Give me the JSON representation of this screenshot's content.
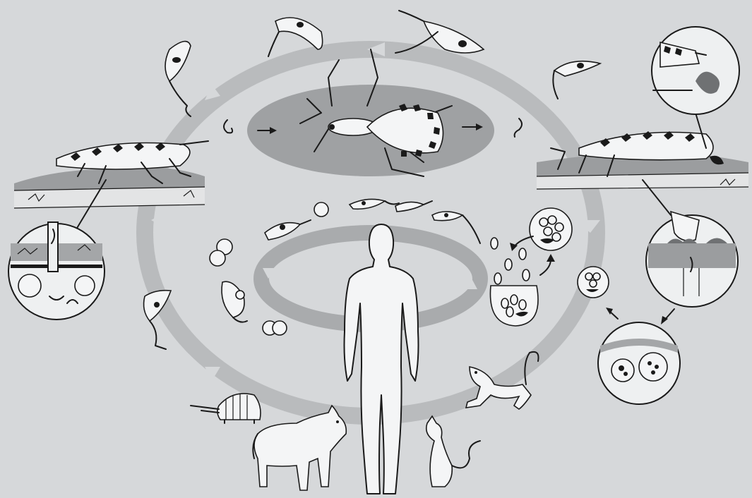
{
  "figure": {
    "kind": "life-cycle-illustration",
    "labels": []
  },
  "colors": {
    "background": "#d6d8da",
    "ring": "#b9bbbd",
    "center_oval": "#9fa1a3",
    "ink": "#1a1a1a",
    "body_fill": "#f4f5f6"
  },
  "icons": [
    "outer-cycle-ring",
    "inner-cycle-ring",
    "triatomine-bug-center",
    "triatomine-bug-left",
    "triatomine-bug-right",
    "human-figure",
    "armadillo",
    "dog",
    "cat",
    "monkey",
    "trypomastigote",
    "amastigote",
    "pseudocyst",
    "magnifier-callout",
    "arrow"
  ]
}
